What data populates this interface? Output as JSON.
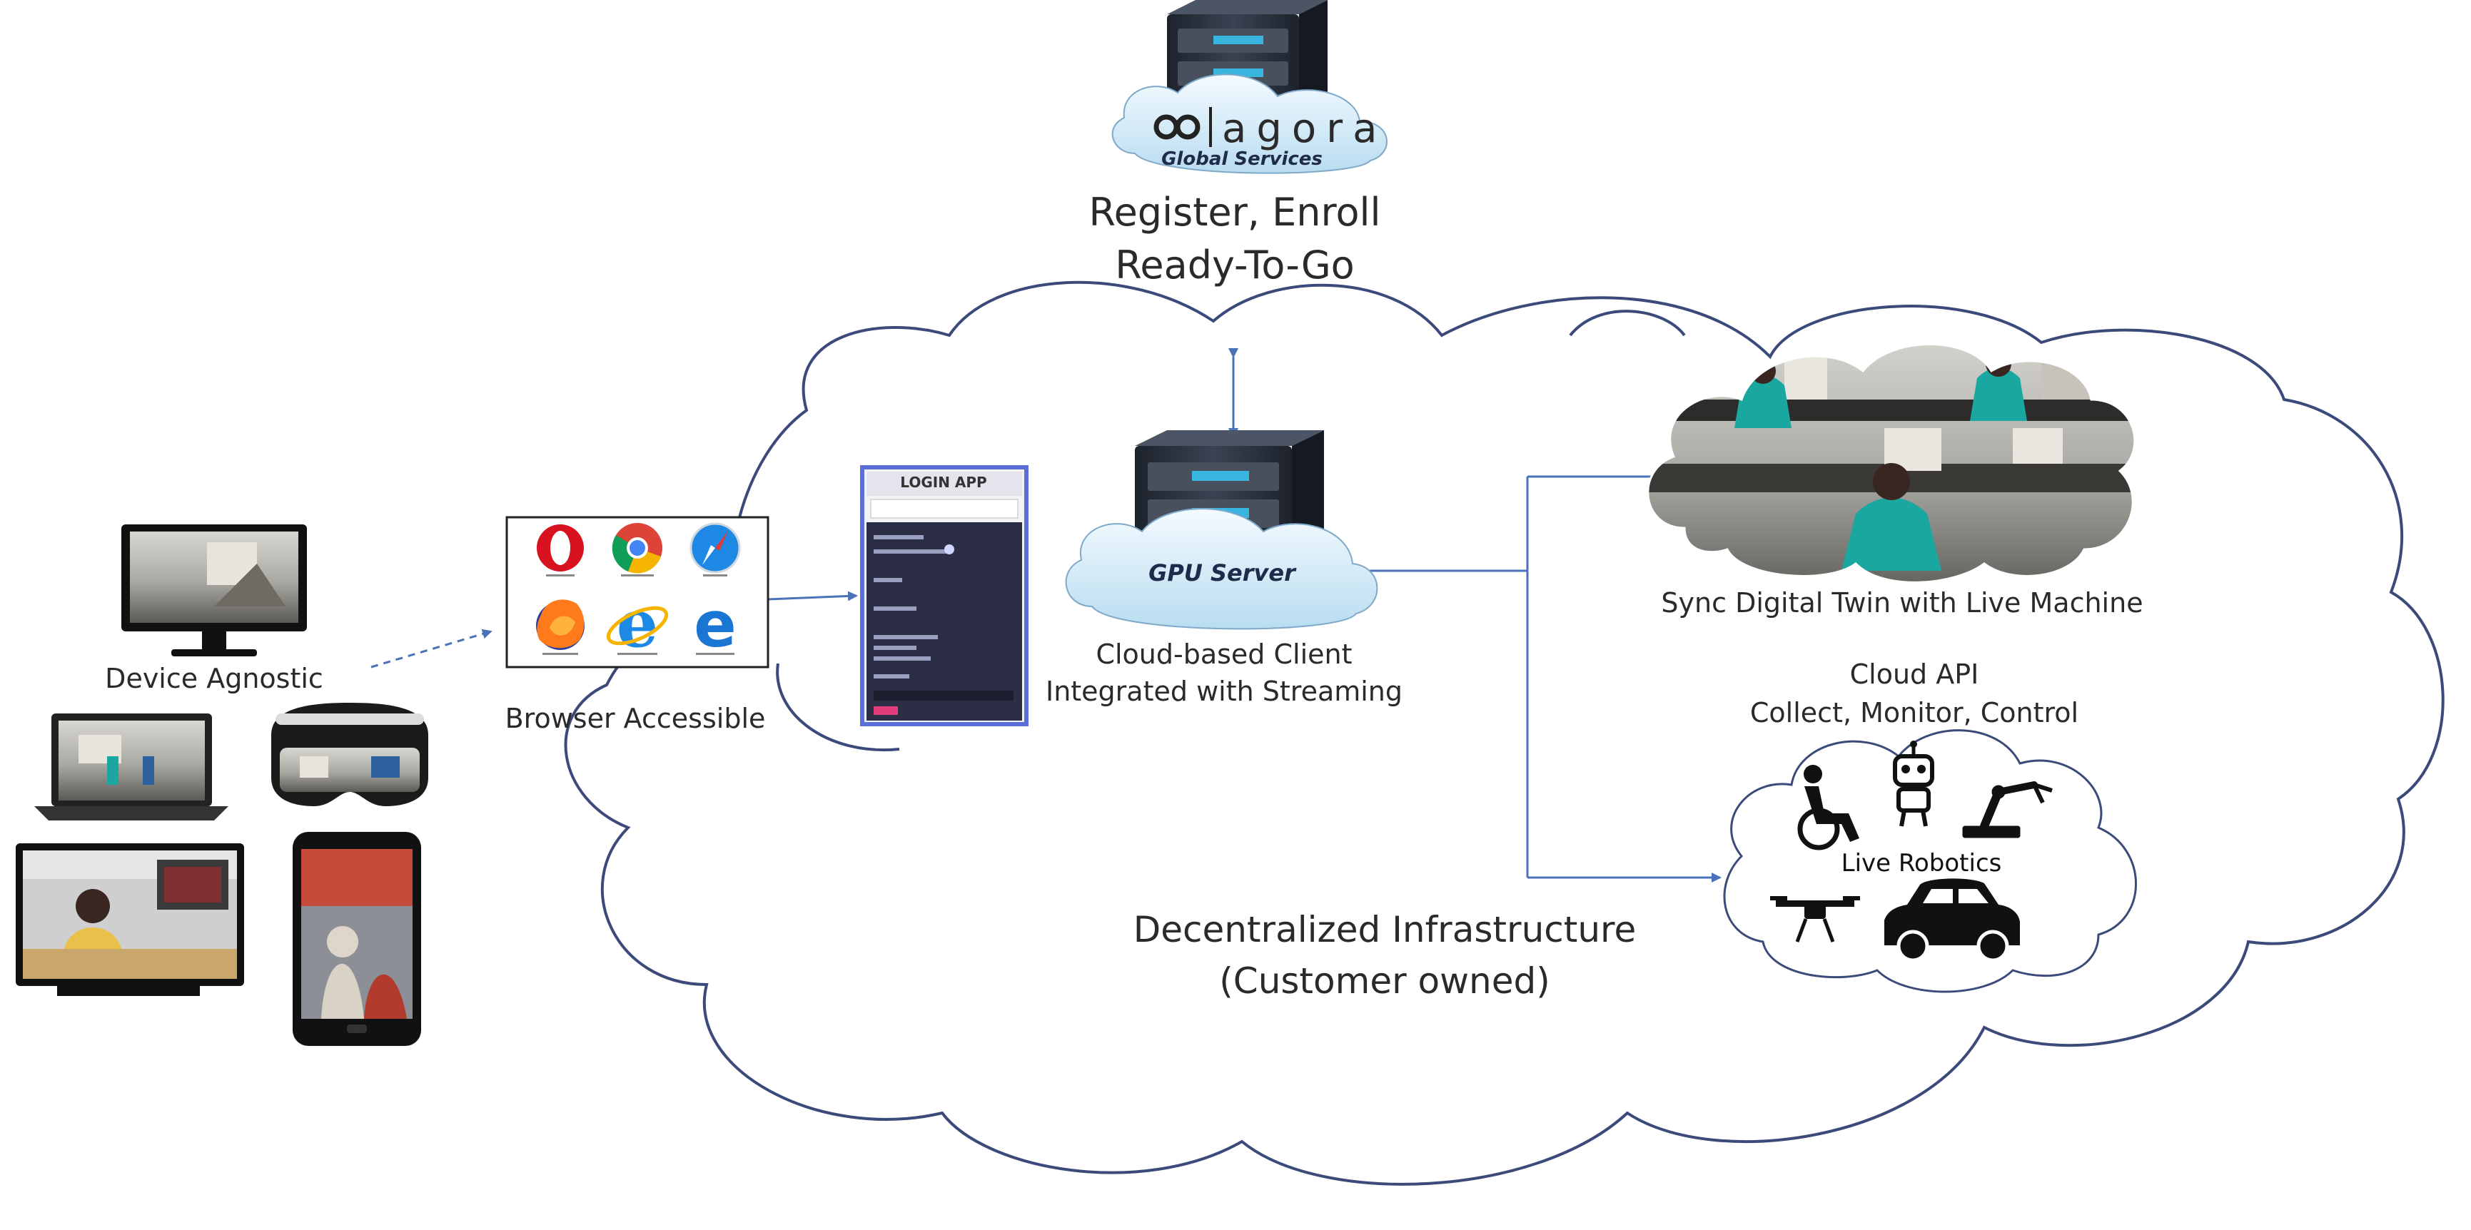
{
  "agora": {
    "brand": "agora",
    "subtitle": "Global Services",
    "caption_line1": "Register, Enroll",
    "caption_line2": "Ready-To-Go"
  },
  "devices": {
    "caption": "Device Agnostic"
  },
  "browser": {
    "caption": "Browser Accessible",
    "icons": [
      "opera-icon",
      "chrome-icon",
      "safari-icon",
      "firefox-icon",
      "internet-explorer-icon",
      "edge-icon"
    ]
  },
  "login_app": {
    "title": "LOGIN APP"
  },
  "gpu": {
    "label": "GPU Server",
    "caption_line1": "Cloud-based Client",
    "caption_line2": "Integrated with Streaming"
  },
  "twin": {
    "caption": "Sync Digital Twin with Live Machine"
  },
  "cloud_api": {
    "line1": "Cloud API",
    "line2": "Collect, Monitor, Control"
  },
  "robotics": {
    "label": "Live Robotics",
    "icons": [
      "wheelchair-icon",
      "robot-icon",
      "robot-arm-icon",
      "drone-icon",
      "car-icon"
    ]
  },
  "infrastructure": {
    "line1": "Decentralized Infrastructure",
    "line2": "(Customer owned)"
  },
  "colors": {
    "arrow": "#4a72b8",
    "cloud_stroke": "#3b4a7a",
    "server_dark": "#2c3340",
    "led_cyan": "#38b6e0",
    "cloud_fill": "#d9ecf7",
    "login_border": "#5a6fd8"
  }
}
